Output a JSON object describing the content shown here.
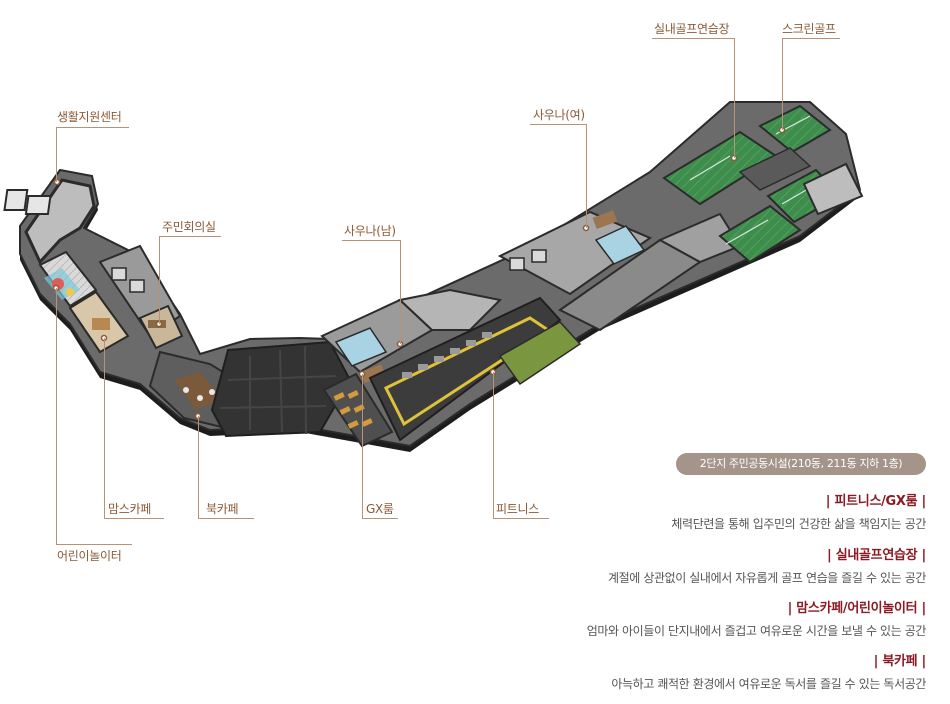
{
  "labels": {
    "living_support": "생활지원센터",
    "residents_meeting": "주민회의실",
    "sauna_male": "사우나(남)",
    "sauna_female": "사우나(여)",
    "indoor_golf": "실내골프연습장",
    "screen_golf": "스크린골프",
    "moms_cafe": "맘스카페",
    "kids_playroom": "어린이놀이터",
    "book_cafe": "북카페",
    "gx_room": "GX룸",
    "fitness": "피트니스"
  },
  "badge": "2단지 주민공동시설(210동, 211동 지하 1층)",
  "legend": [
    {
      "title": "|  피트니스/GX룸  |",
      "desc": "체력단련을 통해 입주민의 건강한 삶을 책임지는 공간"
    },
    {
      "title": "|  실내골프연습장  |",
      "desc": "계절에 상관없이 실내에서 자유롭게 골프 연습을 즐길 수 있는 공간"
    },
    {
      "title": "|  맘스카페/어린이놀이터  |",
      "desc": "엄마와 아이들이 단지내에서 즐겁고 여유로운 시간을 보낼 수 있는 공간"
    },
    {
      "title": "|  북카페  |",
      "desc": "아늑하고 쾌적한 환경에서 여유로운 독서를 즐길 수 있는 독서공간"
    }
  ],
  "colors": {
    "label_text": "#8a5a36",
    "leader_line": "#b99276",
    "badge_bg": "#a49489",
    "legend_title": "#8b1a23",
    "golf_green": "#3d8a4c",
    "floor_dark": "#3a3a3a",
    "wall": "#2b2b2b",
    "track_yellow": "#e0c23a"
  }
}
